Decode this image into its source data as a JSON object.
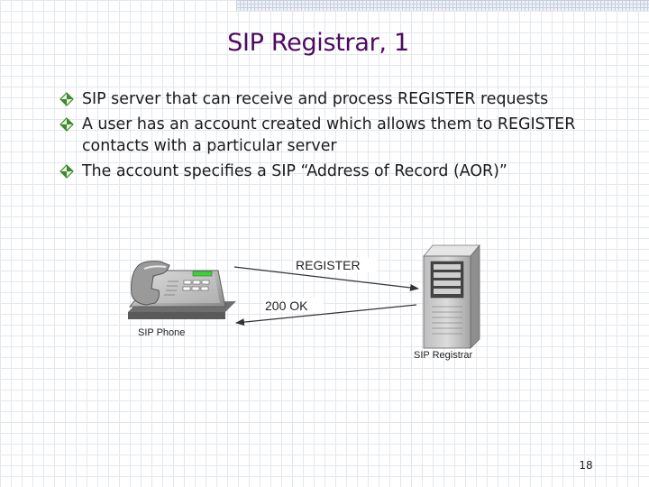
{
  "slide": {
    "title": "SIP Registrar, 1",
    "bullets": [
      {
        "text": "SIP server that can receive and process REGISTER requests",
        "icon": "diamond-bullet-icon"
      },
      {
        "text": "A user has an account created which allows them to REGISTER contacts with a particular server",
        "icon": "diamond-bullet-icon"
      },
      {
        "text": "The account specifies a SIP “Address of Record (AOR)”",
        "icon": "diamond-bullet-icon"
      }
    ],
    "page_number": "18"
  },
  "diagram": {
    "phone_label": "SIP Phone",
    "server_label": "SIP Registrar",
    "request_label": "REGISTER",
    "response_label": "200 OK"
  },
  "colors": {
    "title": "#4d0a61",
    "bullet_icon": "#3d8a2e",
    "phone_led": "#3fd13a"
  }
}
